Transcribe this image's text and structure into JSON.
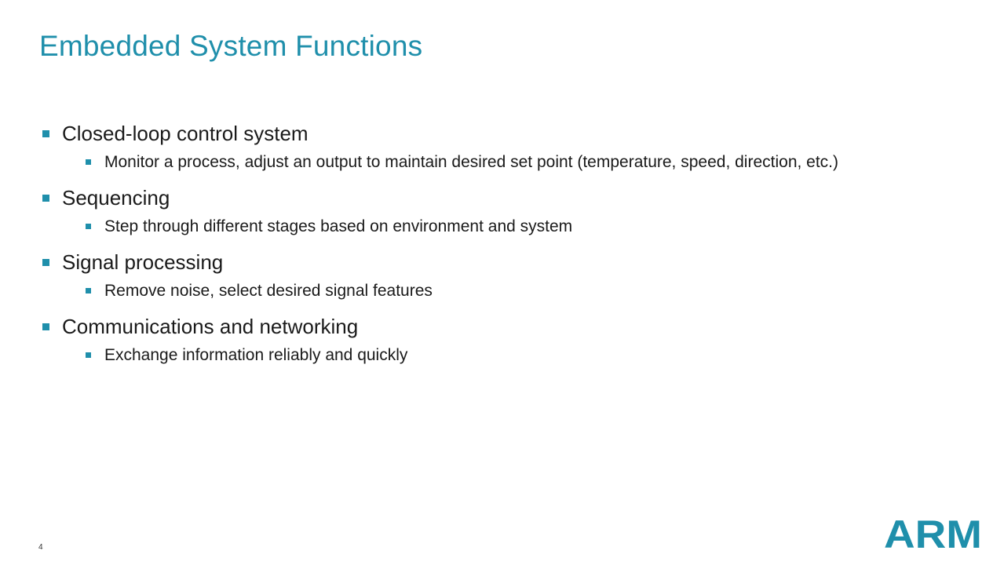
{
  "slide": {
    "title": "Embedded System Functions",
    "page_number": "4",
    "logo_text": "ARM",
    "accent_color": "#1f8fab",
    "bullets": [
      {
        "text": "Closed-loop control system",
        "sub": [
          "Monitor a process, adjust an output to maintain desired set point (temperature, speed, direction, etc.)"
        ]
      },
      {
        "text": "Sequencing",
        "sub": [
          "Step through different stages based on environment and system"
        ]
      },
      {
        "text": "Signal processing",
        "sub": [
          "Remove noise, select desired signal features"
        ]
      },
      {
        "text": "Communications and networking",
        "sub": [
          "Exchange information reliably and quickly"
        ]
      }
    ]
  }
}
